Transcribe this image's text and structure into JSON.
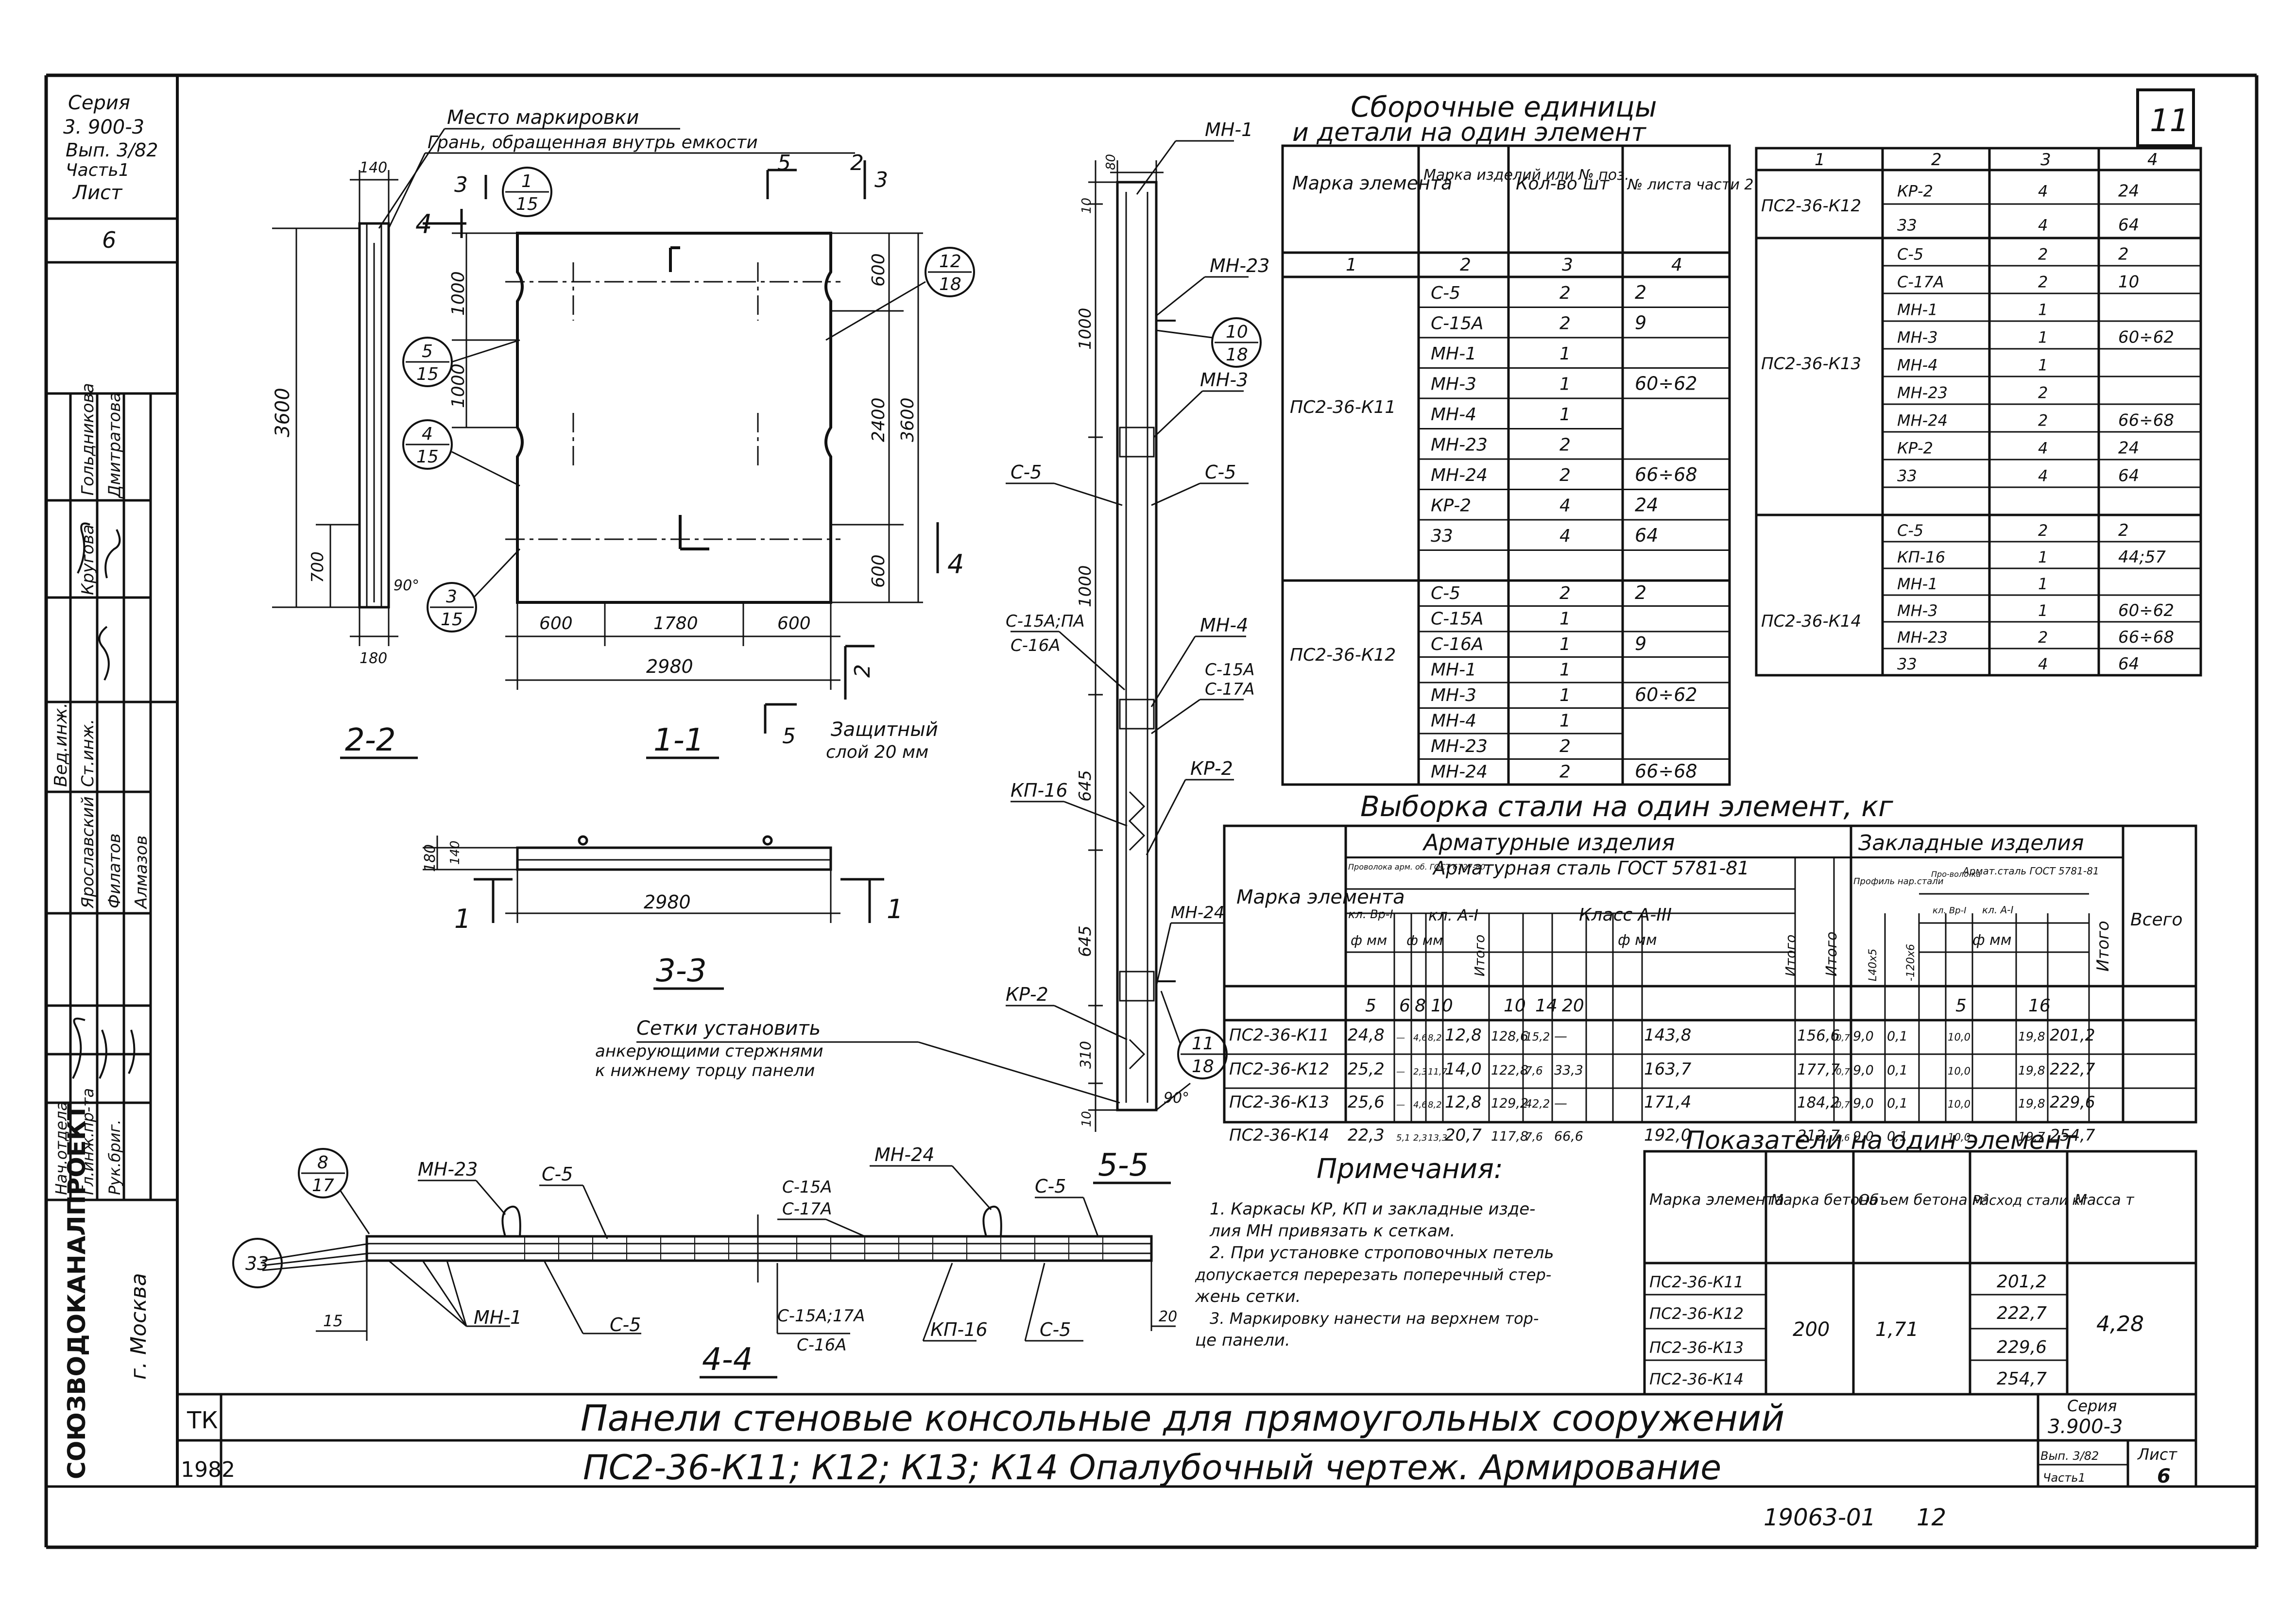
{
  "stamp_top": {
    "seria_label": "Серия",
    "seria_value": "3. 900-3",
    "vyp": "Вып. 3/82",
    "chast": "Часть1",
    "list_label": "Лист",
    "list_value": "6"
  },
  "sheet_number_box": "11",
  "left_column": {
    "people": [
      "Гольдникова",
      "Дмитратова",
      "Кругова",
      "Ярославский",
      "Филатов",
      "Алмазов"
    ],
    "roles": [
      "Вед.инж.",
      "Ст.инж.",
      "Нач.отдела",
      "Гл.инж.пр-та",
      "Рук.бриг."
    ],
    "org": "СОЮЗВОДОКАНАЛПРОЕКТ",
    "city": "г. Москва"
  },
  "drawing_labels": {
    "mesto_markirovki": "Место маркировки",
    "gran": "Грань, обращенная внутрь емкости",
    "section_22": "2-2",
    "section_11": "1-1",
    "section_33": "3-3",
    "section_44": "4-4",
    "section_55": "5-5",
    "zashch_sloy_1": "Защитный",
    "zashch_sloy_2": "слой 20 мм",
    "setki_1": "Сетки установить",
    "setki_2": "анкерующими стержнями",
    "setki_3": "к нижнему торцу панели"
  },
  "dimensions": {
    "d140": "140",
    "d3600": "3600",
    "d700": "700",
    "d180": "180",
    "d90": "90°",
    "d1000a": "1000",
    "d1000b": "1000",
    "d600a": "600",
    "d2400": "2400",
    "d3600b": "3600",
    "d600b": "600",
    "d600c": "600",
    "d1780": "1780",
    "d600d": "600",
    "d2980": "2980",
    "d180b": "180",
    "d140b": "140",
    "d2980b": "2980",
    "d10": "10",
    "d80": "80",
    "d1000c": "1000",
    "d1000d": "1000",
    "d645a": "645",
    "d645b": "645",
    "d310": "310",
    "d10b": "10",
    "d90b": "90°",
    "d15": "15",
    "d20": "20"
  },
  "section_marks": {
    "s1": "1",
    "s2": "2",
    "s3": "3",
    "s4": "4",
    "s5": "5"
  },
  "callouts": [
    {
      "top": "1",
      "bottom": "15"
    },
    {
      "top": "5",
      "bottom": "15"
    },
    {
      "top": "4",
      "bottom": "15"
    },
    {
      "top": "3",
      "bottom": "15"
    },
    {
      "top": "12",
      "bottom": "18"
    },
    {
      "top": "10",
      "bottom": "18"
    },
    {
      "top": "11",
      "bottom": "18"
    },
    {
      "top": "8",
      "bottom": "17"
    }
  ],
  "callout_33": "33",
  "section55_labels": {
    "mn1": "МН-1",
    "mn23": "МН-23",
    "mn3": "МН-3",
    "c5a": "С-5",
    "c5b": "С-5",
    "c15a": "С-15А;ПА",
    "c16a": "С-16А",
    "mn4": "МН-4",
    "c15a2": "С-15А",
    "c17a": "С-17А",
    "kp16": "КП-16",
    "kr2a": "КР-2",
    "mn24": "МН-24",
    "kr2b": "КР-2"
  },
  "section44_labels": {
    "mn23": "МН-23",
    "c5a": "С-5",
    "mn24": "МН-24",
    "c5b": "С-5",
    "c15a": "С-15А",
    "c17a": "С-17А",
    "mn1": "МН-1",
    "c5c": "С-5",
    "c15a17a": "С-15А;17А",
    "c16a": "С-16А",
    "kp16": "КП-16",
    "c5d": "С-5"
  },
  "assembly": {
    "title_1": "Сборочные единицы",
    "title_2": "и детали на один элемент",
    "headers": [
      "Марка элемента",
      "Марка изделий или № поз.",
      "Кол-во шт",
      "№ листа части 2"
    ],
    "header_nums": [
      "1",
      "2",
      "3",
      "4"
    ],
    "groups": [
      {
        "mark": "ПС2-36-К11",
        "rows": [
          {
            "item": "С-5",
            "qty": "2",
            "sheet": "2"
          },
          {
            "item": "С-15А",
            "qty": "2",
            "sheet": "9"
          },
          {
            "item": "МН-1",
            "qty": "1",
            "sheet": ""
          },
          {
            "item": "МН-3",
            "qty": "1",
            "sheet": "60÷62"
          },
          {
            "item": "МН-4",
            "qty": "1",
            "sheet": ""
          },
          {
            "item": "МН-23",
            "qty": "2",
            "sheet": ""
          },
          {
            "item": "МН-24",
            "qty": "2",
            "sheet": "66÷68"
          },
          {
            "item": "КР-2",
            "qty": "4",
            "sheet": "24"
          },
          {
            "item": "33",
            "qty": "4",
            "sheet": "64"
          },
          {
            "item": "",
            "qty": "",
            "sheet": ""
          }
        ]
      },
      {
        "mark": "ПС2-36-К12",
        "rows": [
          {
            "item": "С-5",
            "qty": "2",
            "sheet": "2"
          },
          {
            "item": "С-15А",
            "qty": "1",
            "sheet": ""
          },
          {
            "item": "С-16А",
            "qty": "1",
            "sheet": "9"
          },
          {
            "item": "МН-1",
            "qty": "1",
            "sheet": ""
          },
          {
            "item": "МН-3",
            "qty": "1",
            "sheet": "60÷62"
          },
          {
            "item": "МН-4",
            "qty": "1",
            "sheet": ""
          },
          {
            "item": "МН-23",
            "qty": "2",
            "sheet": ""
          },
          {
            "item": "МН-24",
            "qty": "2",
            "sheet": "66÷68"
          }
        ]
      }
    ],
    "right_header_nums": [
      "1",
      "2",
      "3",
      "4"
    ],
    "right_groups": [
      {
        "mark": "ПС2-36-К12",
        "rows": [
          {
            "item": "КР-2",
            "qty": "4",
            "sheet": "24"
          },
          {
            "item": "33",
            "qty": "4",
            "sheet": "64"
          }
        ]
      },
      {
        "mark": "ПС2-36-К13",
        "rows": [
          {
            "item": "С-5",
            "qty": "2",
            "sheet": "2"
          },
          {
            "item": "С-17А",
            "qty": "2",
            "sheet": "10"
          },
          {
            "item": "МН-1",
            "qty": "1",
            "sheet": ""
          },
          {
            "item": "МН-3",
            "qty": "1",
            "sheet": "60÷62"
          },
          {
            "item": "МН-4",
            "qty": "1",
            "sheet": ""
          },
          {
            "item": "МН-23",
            "qty": "2",
            "sheet": ""
          },
          {
            "item": "МН-24",
            "qty": "2",
            "sheet": "66÷68"
          },
          {
            "item": "КР-2",
            "qty": "4",
            "sheet": "24"
          },
          {
            "item": "33",
            "qty": "4",
            "sheet": "64"
          },
          {
            "item": "",
            "qty": "",
            "sheet": ""
          }
        ]
      },
      {
        "mark": "ПС2-36-К14",
        "rows": [
          {
            "item": "С-5",
            "qty": "2",
            "sheet": "2"
          },
          {
            "item": "КП-16",
            "qty": "1",
            "sheet": "44;57"
          },
          {
            "item": "МН-1",
            "qty": "1",
            "sheet": ""
          },
          {
            "item": "МН-3",
            "qty": "1",
            "sheet": "60÷62"
          },
          {
            "item": "МН-23",
            "qty": "2",
            "sheet": "66÷68"
          },
          {
            "item": "33",
            "qty": "4",
            "sheet": "64"
          }
        ]
      }
    ]
  },
  "steel": {
    "title": "Выборка стали на один элемент, кг",
    "h_arm": "Арматурные изделия",
    "h_zakl": "Закладные изделия",
    "h_mark": "Марка элемента",
    "h_provoloka": "Проволока арм. об. ГОСТ 6727-80",
    "h_armstal": "Арматурная сталь ГОСТ 5781-81",
    "h_klBp": "кл. Вр-I",
    "h_klA1": "кл. А-I",
    "h_klA3": "Класс А-III",
    "h_phimm1": "ф мм",
    "h_phimm2": "ф мм",
    "h_phimm3": "ф мм",
    "h_itogo_small": "Итого",
    "h_itogo2": "Итого",
    "h_itogo3": "Итого",
    "h_profil": "Профиль нар.стали",
    "h_provolok": "Про-воло-ка",
    "h_armst2": "Армат.сталь ГОСТ 5781-81",
    "h_klBp2": "кл. Вр-I",
    "h_klA1b": "кл. А-I",
    "h_phimm4": "ф мм",
    "h_itogo4": "Итого",
    "h_vsego": "Всего",
    "h_angle1": "L40x5",
    "h_angle2": "-120x6",
    "cols": [
      "5",
      "6",
      "8",
      "10",
      "10",
      "14",
      "20",
      "5",
      "16"
    ],
    "rows": [
      {
        "mark": "ПС2-36-К11",
        "v": [
          "24,8",
          "—",
          "4,6",
          "8,2",
          "12,8",
          "128,6",
          "15,2",
          "—",
          "",
          "",
          "143,8",
          "156,6",
          "0,7",
          "9,0",
          "0,1",
          "",
          "10,0",
          "",
          "19,8",
          "201,2"
        ]
      },
      {
        "mark": "ПС2-36-К12",
        "v": [
          "25,2",
          "—",
          "2,3",
          "11,7",
          "14,0",
          "122,8",
          "7,6",
          "33,3",
          "",
          "",
          "163,7",
          "177,7",
          "0,7",
          "9,0",
          "0,1",
          "",
          "10,0",
          "",
          "19,8",
          "222,7"
        ]
      },
      {
        "mark": "ПС2-36-К13",
        "v": [
          "25,6",
          "—",
          "4,6",
          "8,2",
          "12,8",
          "129,2",
          "42,2",
          "—",
          "",
          "",
          "171,4",
          "184,2",
          "0,7",
          "9,0",
          "0,1",
          "",
          "10,0",
          "",
          "19,8",
          "229,6"
        ]
      },
      {
        "mark": "ПС2-36-К14",
        "v": [
          "22,3",
          "5,1",
          "2,3",
          "13,3",
          "20,7",
          "117,8",
          "7,6",
          "66,6",
          "",
          "",
          "192,0",
          "212,7",
          "0,6",
          "9,0",
          "0,1",
          "",
          "10,0",
          "",
          "19,7",
          "254,7"
        ]
      }
    ]
  },
  "indicators": {
    "title": "Показатели на один элемент",
    "headers": [
      "Марка элемента",
      "Марка бетона",
      "Объем бетона м³",
      "Расход стали кг",
      "Масса т"
    ],
    "marks": [
      "ПС2-36-К11",
      "ПС2-36-К12",
      "ПС2-36-К13",
      "ПС2-36-К14"
    ],
    "beton": "200",
    "volume": "1,71",
    "steel": [
      "201,2",
      "222,7",
      "229,6",
      "254,7"
    ],
    "mass": "4,28"
  },
  "notes": {
    "title": "Примечания:",
    "lines": [
      "1. Каркасы КР, КП и закладные изде-",
      "лия МН привязать к сеткам.",
      "2. При установке строповочных петель",
      "допускается перерезать поперечный стер-",
      "жень сетки.",
      "3. Маркировку нанести на верхнем тор-",
      "це панели."
    ]
  },
  "title_block": {
    "tk": "ТК",
    "year": "1982",
    "title": "Панели стеновые консольные для прямоугольных сооружений",
    "subtitle": "ПС2-36-К11; К12; К13; К14   Опалубочный чертеж. Армирование",
    "seria_label": "Серия",
    "seria_value": "3.900-3",
    "vyp": "Вып. 3/82",
    "chast": "Часть1",
    "list_label": "Лист",
    "list_value": "6"
  },
  "footer": {
    "inv": "19063-01",
    "num": "12"
  }
}
